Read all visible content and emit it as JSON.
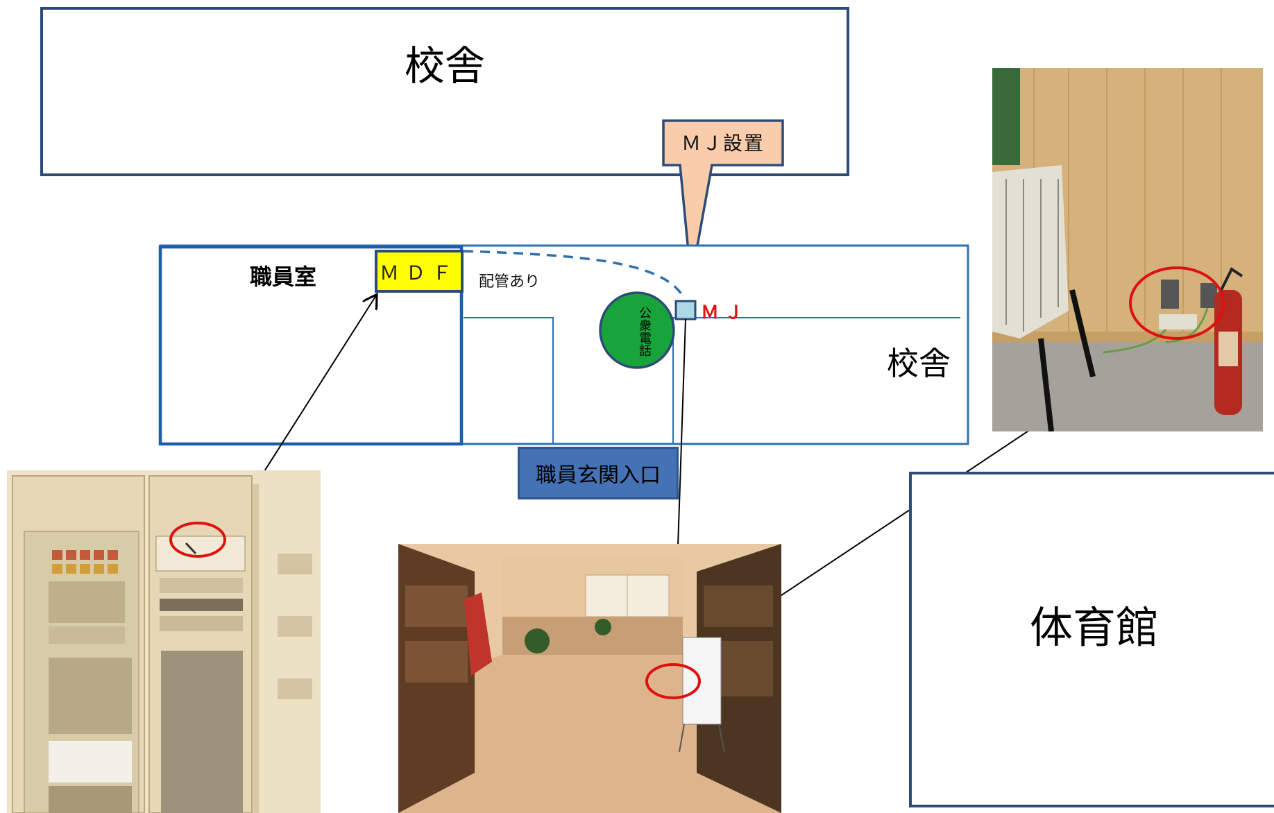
{
  "labels": {
    "building_top": "校舎",
    "callout": "ＭＪ設置",
    "staff_room": "職員室",
    "mdf": "ＭＤＦ",
    "piping": "配管あり",
    "mj": "ＭＪ",
    "public_phone": "公衆電話",
    "school_right": "校舎",
    "staff_entrance": "職員玄関入口",
    "gym": "体育館"
  },
  "icons": {
    "photo_left": "mdf-cabinet-photo",
    "photo_center": "entrance-hall-photo",
    "photo_right": "wall-outlet-photo"
  },
  "colors": {
    "building_outline": "#2c4b77",
    "floor_outline": "#2e6fb0",
    "mdf_fill": "#ffff00",
    "callout_fill": "#f9ccab",
    "phone_fill": "#19a33b",
    "mj_fill": "#add8e6",
    "entrance_fill": "#4472b4",
    "highlight_circle": "#e01010"
  }
}
